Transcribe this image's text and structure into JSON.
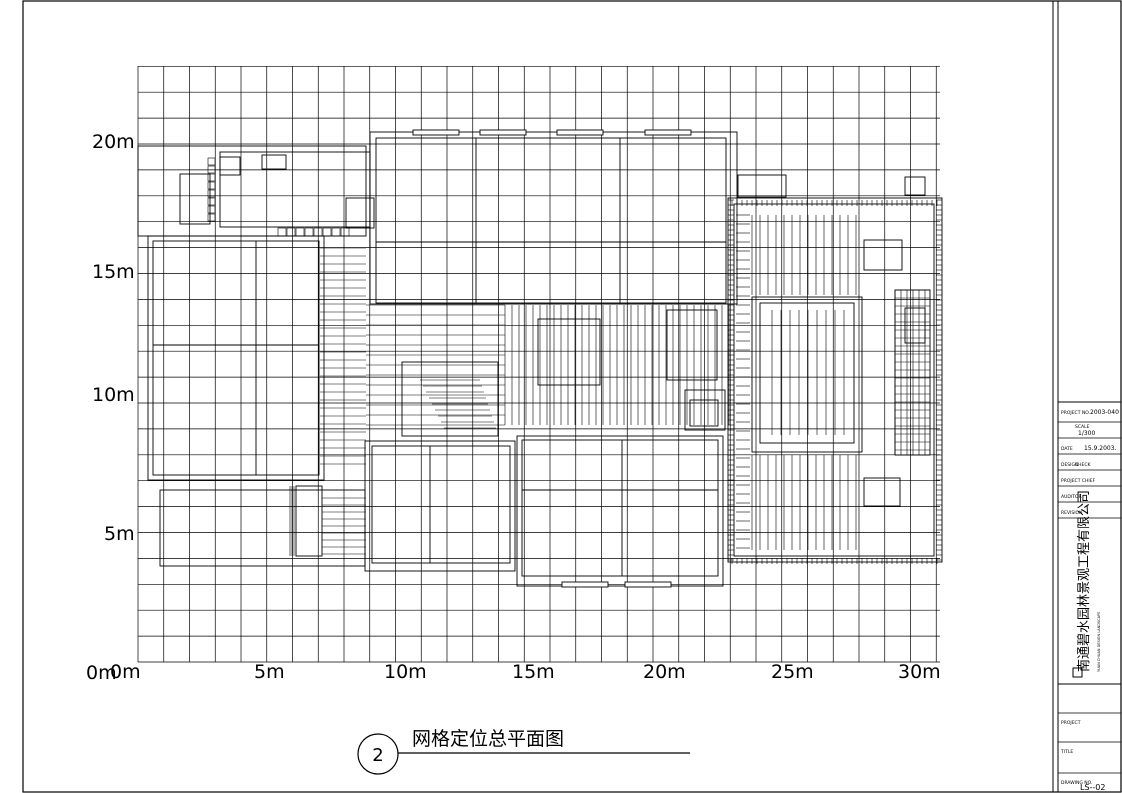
{
  "drawing": {
    "title": "网格定位总平面图",
    "callout_number": "2",
    "y_axis_labels": [
      "0m",
      "5m",
      "10m",
      "15m",
      "20m"
    ],
    "x_axis_labels": [
      "0m",
      "5m",
      "10m",
      "15m",
      "20m",
      "25m",
      "30m"
    ]
  },
  "title_block": {
    "project_no_label": "PROJECT NO.",
    "project_no": "2003-040",
    "scale_label": "SCALE",
    "scale": "1/300",
    "date_label": "DATE",
    "date": "15.9.2003.",
    "design_label": "DESIGN",
    "check_label": "CHECK",
    "project_chief_label": "PROJECT CHIEF",
    "auditor_label": "AUDITOR",
    "revision_label": "REVISION",
    "company_name": "南通碧水园林景观工程有限公司",
    "company_english": "YUAN CHUAN DESIGN LANDSCAPE",
    "project_label": "PROJECT",
    "title_label": "TITLE",
    "drawing_no_label": "DRAWING NO.",
    "drawing_no": "LS--02"
  }
}
